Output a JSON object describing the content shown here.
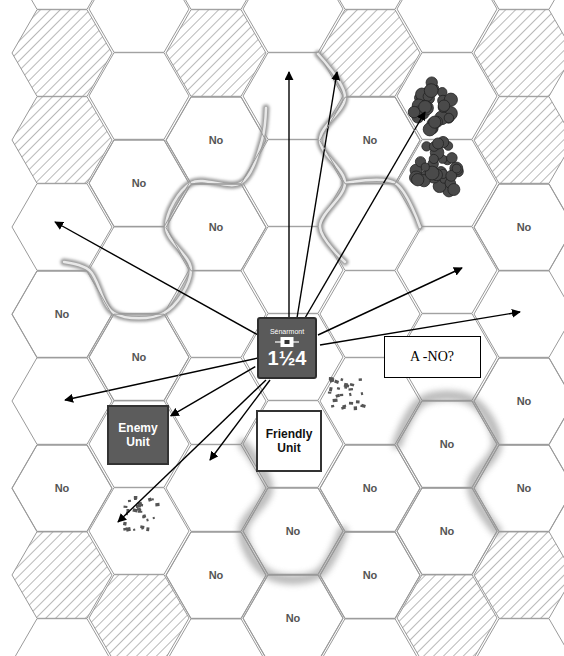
{
  "diagram": {
    "nodes": [
      {
        "text": [
          "No"
        ]
      },
      {
        "text": [
          "No"
        ]
      },
      {
        "text": [
          "No"
        ]
      },
      {
        "text": [
          "No"
        ]
      },
      {
        "text": [
          "No"
        ]
      },
      {
        "text": [
          "No"
        ]
      },
      {
        "text": [
          "Sénarmont",
          "1½4"
        ]
      },
      {
        "text": [
          "A -NO?"
        ]
      },
      {
        "text": [
          "No"
        ]
      },
      {
        "text": [
          "No"
        ]
      },
      {
        "text": [
          "Enemy Unit"
        ]
      },
      {
        "text": [
          "Friendly Unit"
        ]
      },
      {
        "text": [
          "No"
        ]
      },
      {
        "text": [
          "No"
        ]
      },
      {
        "text": [
          "No"
        ]
      },
      {
        "text": [
          "No"
        ]
      },
      {
        "text": [
          "No"
        ]
      },
      {
        "text": [
          "No"
        ]
      },
      {
        "text": [
          "No"
        ]
      },
      {
        "text": [
          "No"
        ]
      },
      {
        "text": [
          "No"
        ]
      }
    ],
    "edges": [
      {
        "from": 6,
        "to": 10,
        "arrow": "to"
      }
    ]
  }
}
